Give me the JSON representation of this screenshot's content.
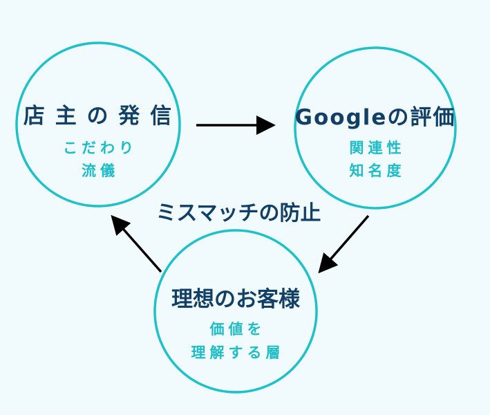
{
  "nodes": [
    {
      "title": "店 主 の 発 信",
      "lines": [
        "こだわり",
        "流儀"
      ]
    },
    {
      "title": "Googleの評価",
      "lines": [
        "関連性",
        "知名度"
      ]
    },
    {
      "title": "理想のお客様",
      "lines": [
        "価値を",
        "理解する層"
      ]
    }
  ],
  "center_label": "ミスマッチの防止",
  "colors": {
    "background": "#f1fbfd",
    "circle": "#1ec1c9",
    "title": "#123f66",
    "subtext": "#1dbcc6",
    "arrow": "#000000"
  }
}
